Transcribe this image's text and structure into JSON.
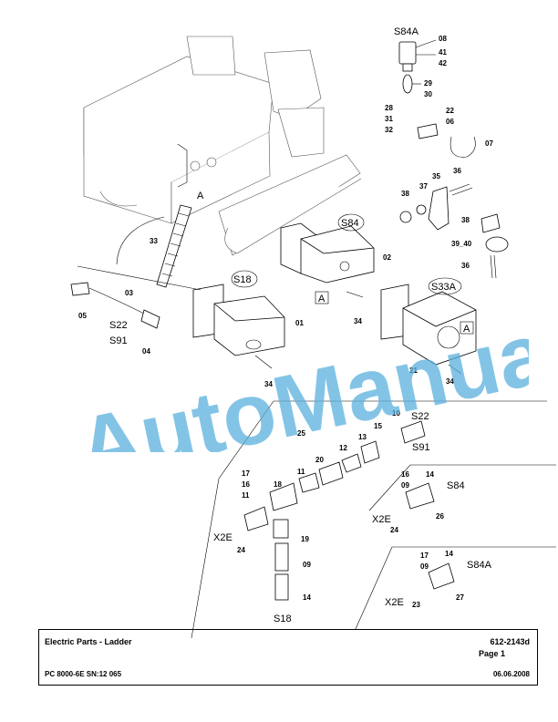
{
  "drawing": {
    "callouts": {
      "s84a_top": "S84A",
      "n08": "08",
      "n41": "41",
      "n42": "42",
      "n29": "29",
      "n30": "30",
      "n28": "28",
      "n31": "31",
      "n32": "32",
      "n22": "22",
      "n06": "06",
      "n07": "07",
      "n35": "35",
      "n36a": "36",
      "n38a": "38",
      "n37": "37",
      "n38b": "38",
      "n39_40": "39_40",
      "n36b": "36",
      "s84_box": "S84",
      "n02": "02",
      "a_mid": "A",
      "n34a": "34",
      "s18_box": "S18",
      "n01": "01",
      "n34b": "34",
      "s33a_box": "S33A",
      "a_right": "A",
      "n21": "21",
      "n34c": "34",
      "n33": "33",
      "a_machine": "A",
      "n03": "03",
      "n05": "05",
      "s22_left": "S22",
      "s91_left": "S91",
      "n04": "04",
      "n25": "25",
      "n10": "10",
      "s22_right": "S22",
      "n15": "15",
      "n13": "13",
      "s91_right": "S91",
      "n12": "12",
      "n20": "20",
      "n11a": "11",
      "n17a": "17",
      "n16a": "16",
      "n11b": "11",
      "n18": "18",
      "x2e_a": "X2E",
      "n24a": "24",
      "n19": "19",
      "n09a": "09",
      "n14a": "14",
      "s18_bottom": "S18",
      "n16b": "16",
      "n09b": "09",
      "n14b": "14",
      "s84_right": "S84",
      "x2e_b": "X2E",
      "n24b": "24",
      "n26": "26",
      "n17b": "17",
      "n09c": "09",
      "n14c": "14",
      "s84a_bottom": "S84A",
      "x2e_c": "X2E",
      "n23": "23",
      "n27": "27"
    }
  },
  "watermark": {
    "text": "AutoManual",
    "color": "#5ab0dd"
  },
  "title_block": {
    "title": "Electric Parts - Ladder",
    "part_number": "612-2143d",
    "page": "Page 1",
    "machine": "PC 8000-6E SN:12 065",
    "date": "06.06.2008"
  }
}
